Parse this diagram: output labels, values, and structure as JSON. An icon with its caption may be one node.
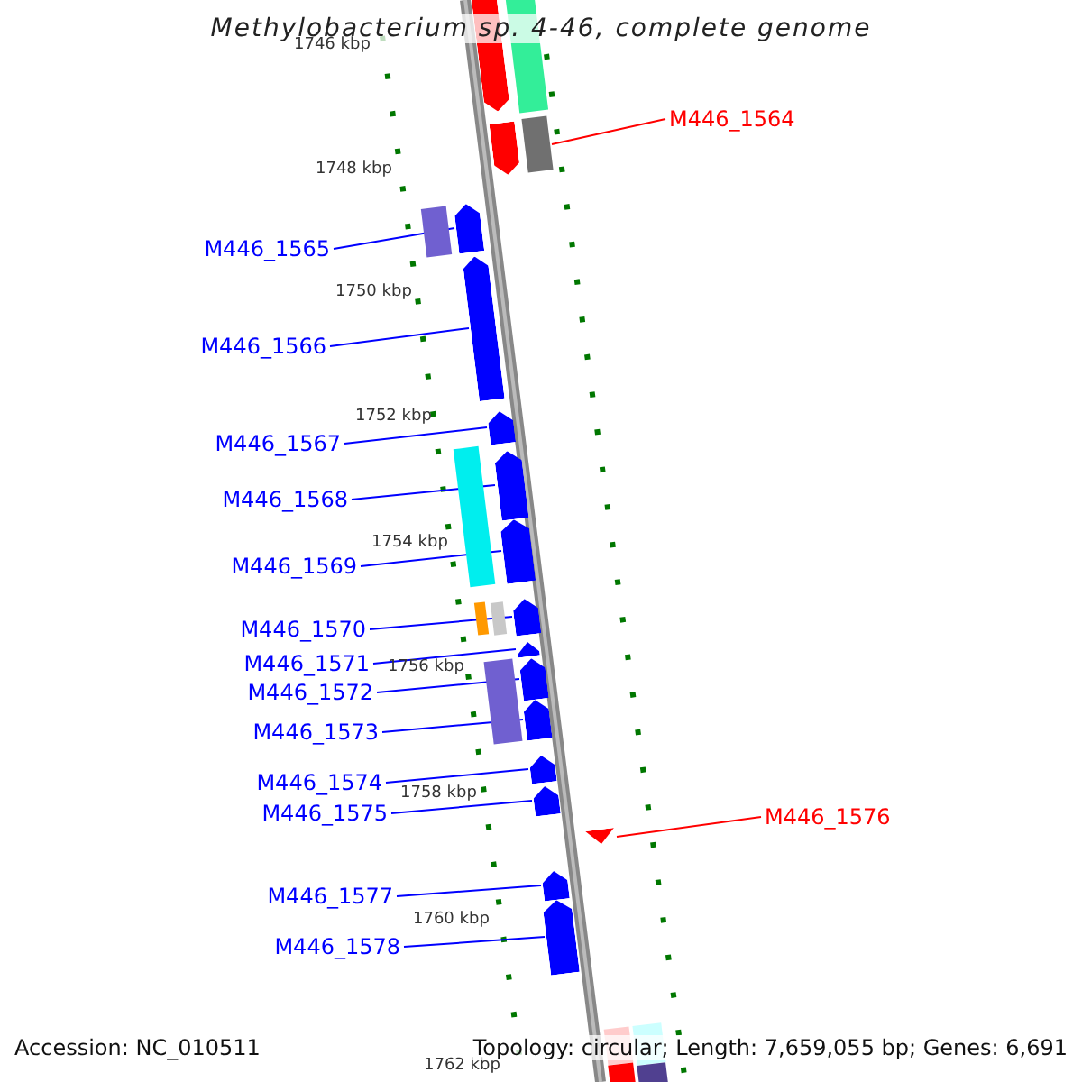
{
  "diagram": {
    "title": "Methylobacterium sp. 4-46, complete genome",
    "nodes": [
      {
        "text": [
          "M446_1564"
        ]
      },
      {
        "text": [
          "M446_1565"
        ]
      },
      {
        "text": [
          "M446_1566"
        ]
      },
      {
        "text": [
          "M446_1567"
        ]
      },
      {
        "text": [
          "M446_1568"
        ]
      },
      {
        "text": [
          "M446_1569"
        ]
      },
      {
        "text": [
          "M446_1570"
        ]
      },
      {
        "text": [
          "M446_1571"
        ]
      },
      {
        "text": [
          "M446_1572"
        ]
      },
      {
        "text": [
          "M446_1573"
        ]
      },
      {
        "text": [
          "M446_1574"
        ]
      },
      {
        "text": [
          "M446_1575"
        ]
      },
      {
        "text": [
          "M446_1576"
        ]
      },
      {
        "text": [
          "M446_1577"
        ]
      },
      {
        "text": [
          "M446_1578"
        ]
      },
      {
        "text": [],
        "shape": "bar"
      },
      {
        "text": [],
        "shape": "bar"
      },
      {
        "text": [],
        "shape": "bar"
      },
      {
        "text": [],
        "shape": "bar"
      },
      {
        "text": [],
        "shape": "bar"
      },
      {
        "text": [],
        "shape": "bar"
      },
      {
        "text": [],
        "shape": "bar"
      },
      {
        "text": [],
        "shape": "bar"
      },
      {
        "text": [],
        "shape": "bar"
      },
      {
        "text": [],
        "shape": "bar"
      },
      {
        "text": [],
        "shape": "bar"
      },
      {
        "text": [],
        "shape": "bar"
      },
      {
        "text": [],
        "shape": "bar"
      },
      {
        "text": [],
        "shape": "bar"
      },
      {
        "text": [],
        "shape": "bar"
      },
      {
        "text": [],
        "shape": "bar"
      },
      {
        "text": [],
        "shape": "bar"
      },
      {
        "text": [],
        "shape": "bar"
      },
      {
        "text": [],
        "shape": "bar"
      },
      {
        "text": [],
        "shape": "bar"
      },
      {
        "text": [],
        "shape": "bar"
      },
      {
        "text": [],
        "shape": "bar"
      },
      {
        "text": [],
        "shape": "bar"
      },
      {
        "text": [],
        "shape": "bar"
      },
      {
        "text": [],
        "shape": "bar"
      },
      {
        "text": [],
        "shape": "bar"
      },
      {
        "text": [],
        "shape": "bar"
      }
    ],
    "edges": [
      {
        "from": 0,
        "to": 18,
        "arrow": "none",
        "color": "#ff0000"
      },
      {
        "from": 1,
        "to": 19,
        "arrow": "none"
      },
      {
        "from": 2,
        "to": 21,
        "arrow": "none"
      },
      {
        "from": 3,
        "to": 22,
        "arrow": "none"
      },
      {
        "from": 4,
        "to": 24,
        "arrow": "none"
      },
      {
        "from": 5,
        "to": 25,
        "arrow": "none"
      },
      {
        "from": 6,
        "to": 28,
        "arrow": "none"
      },
      {
        "from": 7,
        "to": 29,
        "arrow": "none"
      },
      {
        "from": 8,
        "to": 30,
        "arrow": "none"
      },
      {
        "from": 9,
        "to": 32,
        "arrow": "none"
      },
      {
        "from": 10,
        "to": 33,
        "arrow": "none"
      },
      {
        "from": 11,
        "to": 34,
        "arrow": "none"
      },
      {
        "from": 12,
        "to": 35,
        "arrow": "none",
        "color": "#ff0000"
      },
      {
        "from": 13,
        "to": 36,
        "arrow": "none"
      },
      {
        "from": 14,
        "to": 37,
        "arrow": "none"
      }
    ],
    "labels": [
      "1746 kbp",
      "1748 kbp",
      "1750 kbp",
      "1752 kbp",
      "1754 kbp",
      "1756 kbp",
      "1758 kbp",
      "1760 kbp",
      "1762 kbp",
      "Accession: NC_010511",
      "Topology: circular; Length: 7,659,055 bp; Genes: 6,691"
    ]
  }
}
